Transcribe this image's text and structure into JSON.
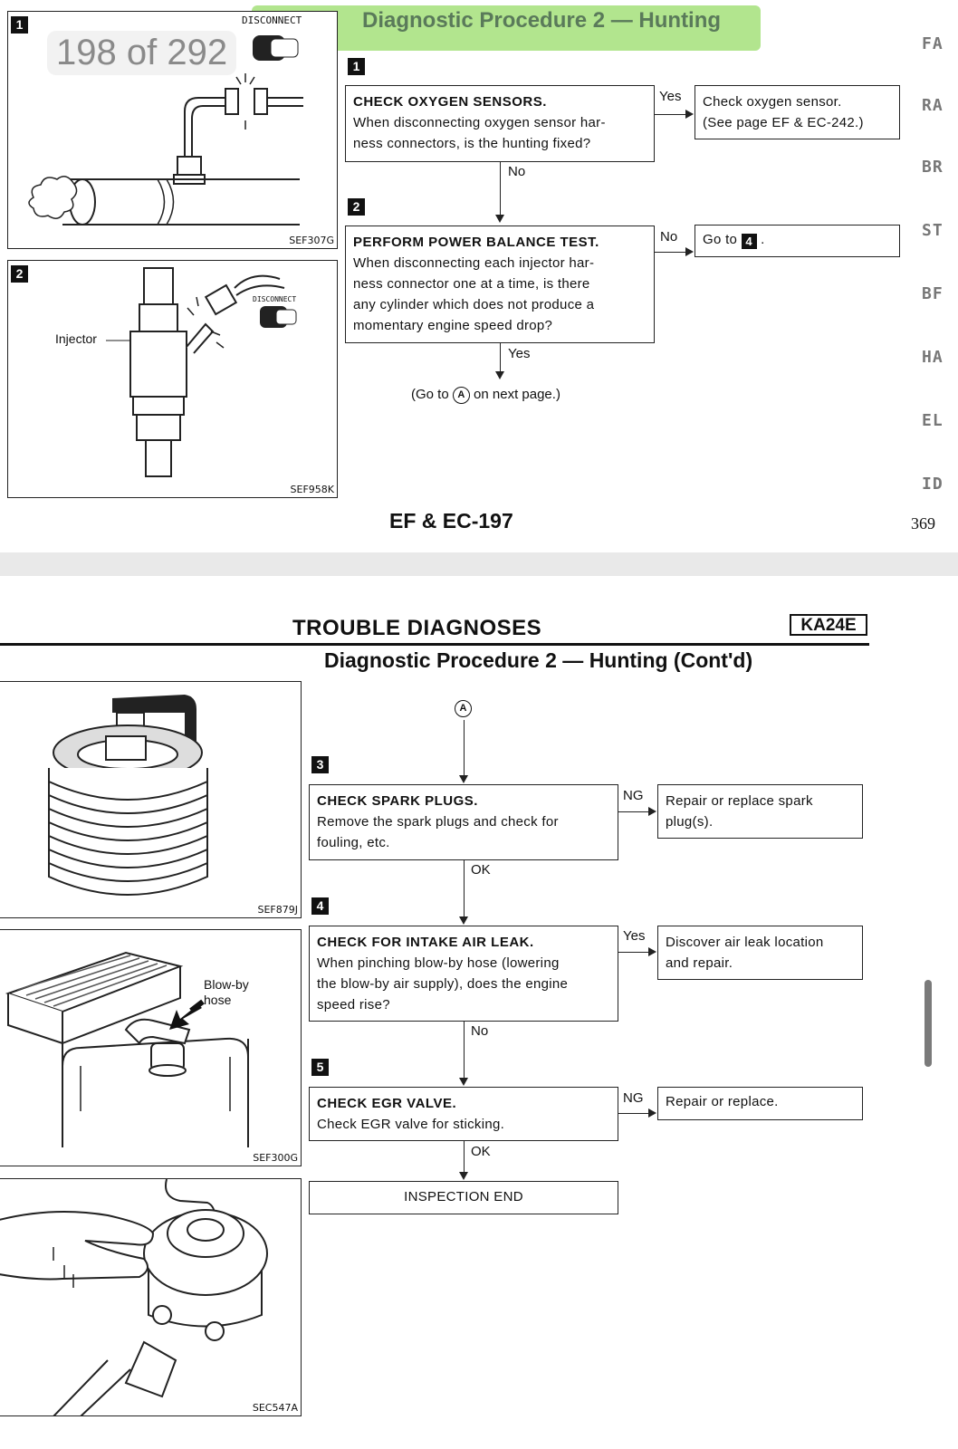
{
  "viewer": {
    "page_counter": "198 of 292"
  },
  "page1": {
    "title": "Diagnostic Procedure 2 — Hunting",
    "footer": "EF & EC-197",
    "page_number": "369",
    "side_tabs": [
      "FA",
      "RA",
      "BR",
      "ST",
      "BF",
      "HA",
      "EL",
      "ID"
    ],
    "fig1": {
      "step": "1",
      "label": "DISCONNECT",
      "code": "SEF307G"
    },
    "fig2": {
      "step": "2",
      "label": "DISCONNECT",
      "callout": "Injector",
      "code": "SEF958K"
    },
    "steps": [
      {
        "num": "1",
        "heading": "CHECK OXYGEN SENSORS.",
        "lines": [
          "When disconnecting oxygen sensor har-",
          "ness connectors, is the hunting fixed?"
        ]
      },
      {
        "num": "2",
        "heading": "PERFORM POWER BALANCE TEST.",
        "lines": [
          "When disconnecting each injector har-",
          "ness connector one at a time, is there",
          "any cylinder which does not produce a",
          "momentary engine speed drop?"
        ]
      }
    ],
    "side1": {
      "answer": "Yes",
      "line1": "Check oxygen sensor.",
      "line2": "(See page EF & EC-242.)"
    },
    "side2": {
      "answer": "No",
      "text": "Go to",
      "step": "4",
      "tail": "."
    },
    "between_1_2": "No",
    "after_2": "Yes",
    "goto_note_pre": "(Go to",
    "goto_marker": "A",
    "goto_note_post": "on next page.)"
  },
  "page2": {
    "header": "TROUBLE DIAGNOSES",
    "badge": "KA24E",
    "subtitle": "Diagnostic Procedure 2 — Hunting (Cont'd)",
    "connector": "A",
    "fig3": {
      "code": "SEF879J"
    },
    "fig4": {
      "callout1": "Blow-by",
      "callout2": "hose",
      "code": "SEF300G"
    },
    "fig5": {
      "code": "SEC547A"
    },
    "steps": [
      {
        "num": "3",
        "heading": "CHECK SPARK PLUGS.",
        "lines": [
          "Remove the spark plugs and check for",
          "fouling, etc."
        ]
      },
      {
        "num": "4",
        "heading": "CHECK FOR INTAKE AIR LEAK.",
        "lines": [
          "When pinching blow-by hose (lowering",
          "the blow-by air supply), does the engine",
          "speed rise?"
        ]
      },
      {
        "num": "5",
        "heading": "CHECK EGR VALVE.",
        "lines": [
          "Check EGR valve for sticking."
        ]
      }
    ],
    "side3": {
      "answer": "NG",
      "line1": "Repair or replace spark",
      "line2": "plug(s)."
    },
    "side4": {
      "answer": "Yes",
      "line1": "Discover air leak location",
      "line2": "and repair."
    },
    "side5": {
      "answer": "NG",
      "line1": "Repair or replace."
    },
    "after_3": "OK",
    "after_4": "No",
    "after_5": "OK",
    "end": "INSPECTION END"
  }
}
